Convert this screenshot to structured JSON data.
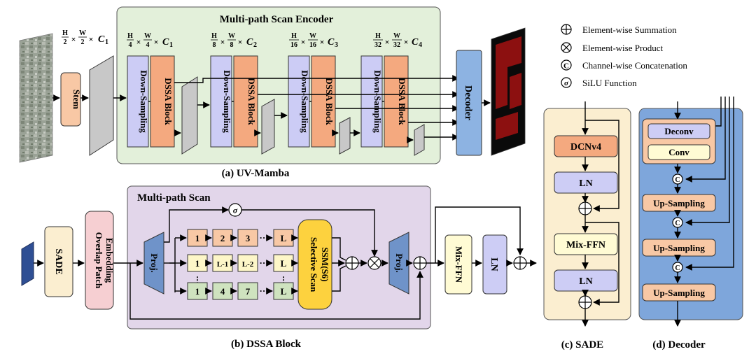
{
  "panel_a": {
    "title": "Multi-path Scan Encoder",
    "caption": "(a) UV-Mamba",
    "input_dims": {
      "h": "H",
      "hd": "2",
      "w": "W",
      "wd": "2",
      "c": "C",
      "ci": "1"
    },
    "stem": "Stem",
    "down_sampling": "Down-Sampling",
    "dssa_block": "DSSA Block",
    "decoder": "Decoder",
    "dims": [
      {
        "h": "H",
        "hd": "4",
        "w": "W",
        "wd": "4",
        "c": "C",
        "ci": "1"
      },
      {
        "h": "H",
        "hd": "8",
        "w": "W",
        "wd": "8",
        "c": "C",
        "ci": "2"
      },
      {
        "h": "H",
        "hd": "16",
        "w": "W",
        "wd": "16",
        "c": "C",
        "ci": "3"
      },
      {
        "h": "H",
        "hd": "32",
        "w": "W",
        "wd": "32",
        "c": "C",
        "ci": "4"
      }
    ]
  },
  "legend": [
    {
      "symbol": "⊕",
      "text": "Element-wise Summation"
    },
    {
      "symbol": "⊗",
      "text": "Element-wise Product"
    },
    {
      "symbol": "Ⓒ",
      "text": "Channel-wise Concatenation"
    },
    {
      "symbol": "σ",
      "text": "SiLU Function"
    }
  ],
  "panel_b": {
    "title": "Multi-path Scan",
    "caption": "(b) DSSA Block",
    "sade": "SADE",
    "overlap_patch_embedding_1": "Overlap Patch",
    "overlap_patch_embedding_2": "Embedding",
    "proj": "Proj.",
    "sigma": "σ",
    "row1": [
      "1",
      "2",
      "3",
      "L"
    ],
    "row2": [
      "1",
      "L-1",
      "L-2",
      "L"
    ],
    "row3": [
      "1",
      "4",
      "7",
      "L"
    ],
    "ellipsis": "···",
    "vdots": "⋮",
    "selective_scan_1": "Selective Scan",
    "selective_scan_2": "SSM(S6)",
    "mix_ffn": "Mix-FFN",
    "ln": "LN"
  },
  "panel_c": {
    "caption": "(c) SADE",
    "blocks": [
      "DCNv4",
      "LN",
      "Mix-FFN",
      "LN"
    ]
  },
  "panel_d": {
    "caption": "(d) Decoder",
    "deconv": "Deconv",
    "conv": "Conv",
    "up_sampling": "Up-Sampling",
    "concat": "C"
  },
  "colors": {
    "encoder_bg": "#e3f0da",
    "dssa_bg": "#e2d6ea",
    "sade_bg": "#fbeed0",
    "decoder_bg": "#7ea6db",
    "stem": "#f8c8a5",
    "down_sampling": "#ccccf5",
    "dssa_block": "#f4a97f",
    "decoder_block": "#8db3e2",
    "overlap": "#f6cfd2",
    "proj": "#6f93c9",
    "scan_orange": "#f8c8a5",
    "scan_yellow": "#fdf6c8",
    "scan_green": "#cfe3bf",
    "selective": "#fdd23e",
    "mixffn": "#fffbd4",
    "ln": "#cdcdf5",
    "dcn": "#f4a97f",
    "feature": "#c8c8c8"
  }
}
